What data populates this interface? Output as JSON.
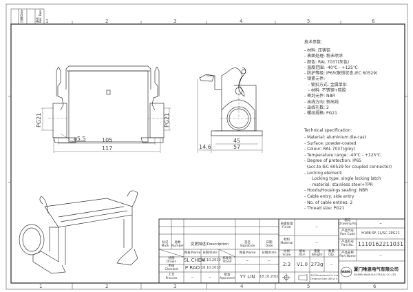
{
  "revision_box": {
    "label_a": "日期/Date",
    "label_b": "更改\nRev. Desc."
  },
  "border": {
    "columns": [
      "1",
      "2",
      "3",
      "4",
      "5",
      "6"
    ]
  },
  "dimensions": {
    "pg21_left": "PG21",
    "pg21_right": "PG21",
    "hole": "ø5.5",
    "inner_width": "105",
    "outer_width": "117",
    "side_inner": "45",
    "side_outer": "57",
    "offset": "14.6"
  },
  "spec_cn": {
    "title": "技术参数:",
    "lines": [
      "- 材料: 压铸铝",
      "- 表面处理: 粉末喷涂",
      "- 颜色: RAL 7037(灰色)",
      "- 温度范围: -40℃ - +125℃",
      "- 防护等级: IP65(联锁状态,IEC 60529)",
      "- 锁紧元件:",
      "   - 锁扣方式: 金属单扣",
      "   - 材料: 不锈钢+软胶",
      "- 密封元件: NBR",
      "- 出线方向: 侧出线",
      "- 出线孔数: 2",
      "- 螺纹规格: PG21"
    ]
  },
  "spec_en": {
    "title": "Technical specification:",
    "lines": [
      "- Material: aluminium die-cast",
      "- Surface: powder-coated",
      "- Colour: RAL 7037(grey)",
      "- Temperature range: -40℃ - +125℃",
      "- Degree of protection: IP65",
      "  (acc.to IEC 60529 for coupled connector)",
      "- Locking element:",
      "    · Locking type: single locking latch",
      "    · material: stainless steel+TPR",
      "- Hoods/Housings sealing: NBR",
      "- Cable entry: side entry",
      "- No. of cable entries: 2",
      "- Thread size: PG21"
    ]
  },
  "title_block": {
    "mark": "标记\nMark",
    "number": "处数\nNumber",
    "description": "变更描述/Description",
    "signature": "签名\nSignature",
    "date": "日期\nDate",
    "name_date_1": "姓名/Name",
    "date_1": "日期/Date",
    "name_date_2": "姓名/Name",
    "date_2": "日期/Date",
    "drawn_label": "绘图\nDrawn",
    "drawn_name": "SL CHEN",
    "drawn_date": "18.10.2010",
    "stand_label": "标准化\nStand",
    "stand_name": "–",
    "stand_date": "–",
    "checked_label": "审核\nChecked",
    "checked_name": "P RAO",
    "checked_date": "18.10.2010",
    "process_label": "工艺\nProcess",
    "process_name": "–",
    "process_date": "–",
    "approved_label": "批准\nApproved",
    "approved_name": "YY LIN",
    "approved_date": "18.10.2010",
    "finish_label": "表面处理\nFinish",
    "finish_value": "–",
    "material_label": "材料\nMaterial",
    "material_value": "–",
    "scale_label": "比例\nScale",
    "scale_value": "2:3",
    "rev_label": "版本\nREV.",
    "rev_value": "V1.0",
    "weight_label": "重量\nWeight",
    "weight_value": "273g",
    "qty_label": "数量\nQty.",
    "qty_value": "–",
    "units_note": "All Dimensions in mm\nOriginal Size DIN A 4",
    "drawing_no_label": "图号\nDrawing No.",
    "drawing_no_value": "–",
    "part_code_label": "产品代号\nPart Code",
    "part_code_value": "H16B-SF-1L/SC-2PG21",
    "part_no_label": "产品料号\nPart No.",
    "part_no_value": "1110162211031",
    "part_name_label": "产品名称\nPart Name",
    "part_name_value": "–",
    "logo_text": "WAIN",
    "company_cn": "厦门唯恩电气有限公司",
    "company_en": "XIAMEN WAIN ELECTRICAL CO.,LTD"
  }
}
